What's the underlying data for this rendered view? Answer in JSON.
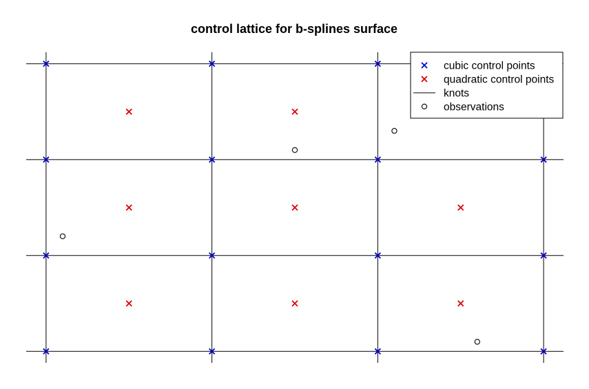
{
  "chart_data": {
    "type": "scatter",
    "title": "control lattice for b-splines surface",
    "xlabel": "",
    "ylabel": "",
    "xlim": [
      -0.12,
      3.12
    ],
    "ylim": [
      -0.12,
      3.12
    ],
    "grid": false,
    "legend_position": "top-right",
    "knots": {
      "name": "knots",
      "color": "#000000",
      "x": [
        0,
        1,
        2,
        3
      ],
      "y": [
        0,
        1,
        2,
        3
      ]
    },
    "series": [
      {
        "name": "cubic control points",
        "marker": "x",
        "color": "#0000cc",
        "points": [
          [
            0,
            3
          ],
          [
            1,
            3
          ],
          [
            2,
            3
          ],
          [
            0,
            2
          ],
          [
            1,
            2
          ],
          [
            2,
            2
          ],
          [
            3,
            2
          ],
          [
            0,
            1
          ],
          [
            1,
            1
          ],
          [
            2,
            1
          ],
          [
            3,
            1
          ],
          [
            0,
            0
          ],
          [
            1,
            0
          ],
          [
            2,
            0
          ],
          [
            3,
            0
          ]
        ]
      },
      {
        "name": "quadratic control points",
        "marker": "x",
        "color": "#dd0000",
        "points": [
          [
            0.5,
            2.5
          ],
          [
            1.5,
            2.5
          ],
          [
            0.5,
            1.5
          ],
          [
            1.5,
            1.5
          ],
          [
            2.5,
            1.5
          ],
          [
            0.5,
            0.5
          ],
          [
            1.5,
            0.5
          ],
          [
            2.5,
            0.5
          ]
        ]
      },
      {
        "name": "observations",
        "marker": "circle",
        "color": "#000000",
        "points": [
          [
            1.5,
            2.1
          ],
          [
            2.1,
            2.3
          ],
          [
            0.1,
            1.2
          ],
          [
            2.6,
            0.1
          ]
        ]
      }
    ],
    "legend": [
      {
        "label": "cubic control points",
        "kind": "x",
        "color": "#0000cc"
      },
      {
        "label": "quadratic control points",
        "kind": "x",
        "color": "#dd0000"
      },
      {
        "label": "knots",
        "kind": "line",
        "color": "#000000"
      },
      {
        "label": "observations",
        "kind": "circle",
        "color": "#000000"
      }
    ]
  }
}
